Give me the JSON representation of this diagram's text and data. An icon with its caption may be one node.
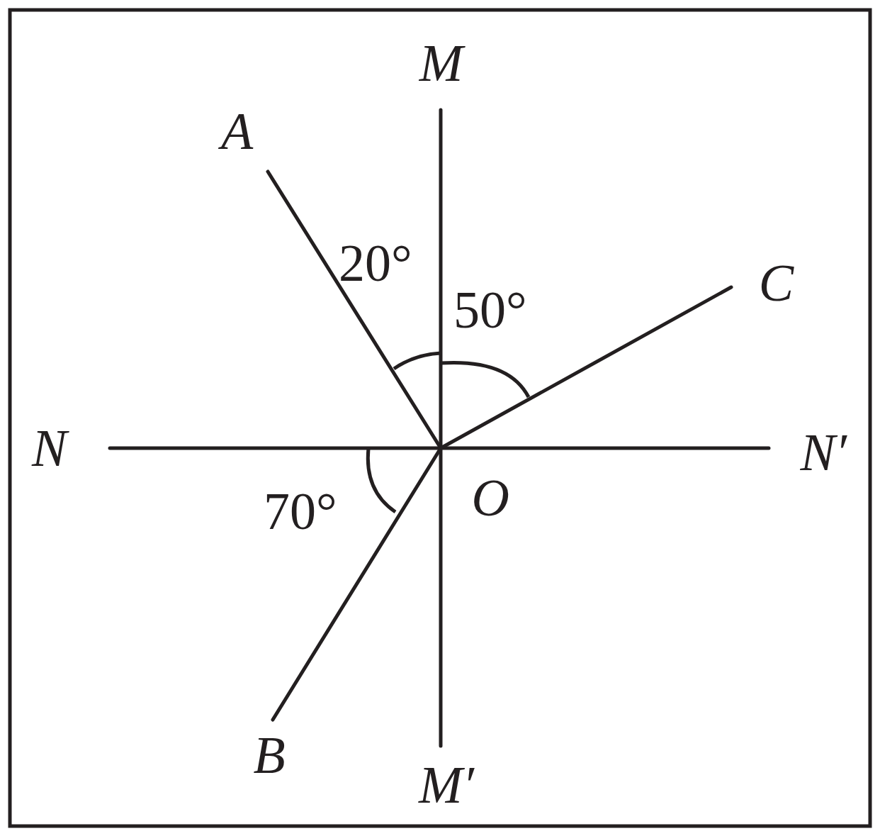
{
  "diagram": {
    "nodes": [
      {
        "text": [
          "M"
        ]
      },
      {
        "text": [
          "A"
        ]
      },
      {
        "text": [
          "C"
        ]
      },
      {
        "text": [
          "N"
        ]
      },
      {
        "text": [
          "N′"
        ]
      },
      {
        "text": [
          "O"
        ]
      },
      {
        "text": [
          "B"
        ]
      },
      {
        "text": [
          "M′"
        ]
      }
    ],
    "edges": [
      {
        "from": 0,
        "to": 7,
        "arrow": "none"
      },
      {
        "from": 3,
        "to": 4,
        "arrow": "none"
      },
      {
        "from": 5,
        "to": 1,
        "arrow": "none"
      },
      {
        "from": 5,
        "to": 6,
        "arrow": "none"
      },
      {
        "from": 5,
        "to": 2,
        "arrow": "none"
      }
    ],
    "labels": [
      "20°",
      "50°",
      "70°"
    ]
  }
}
